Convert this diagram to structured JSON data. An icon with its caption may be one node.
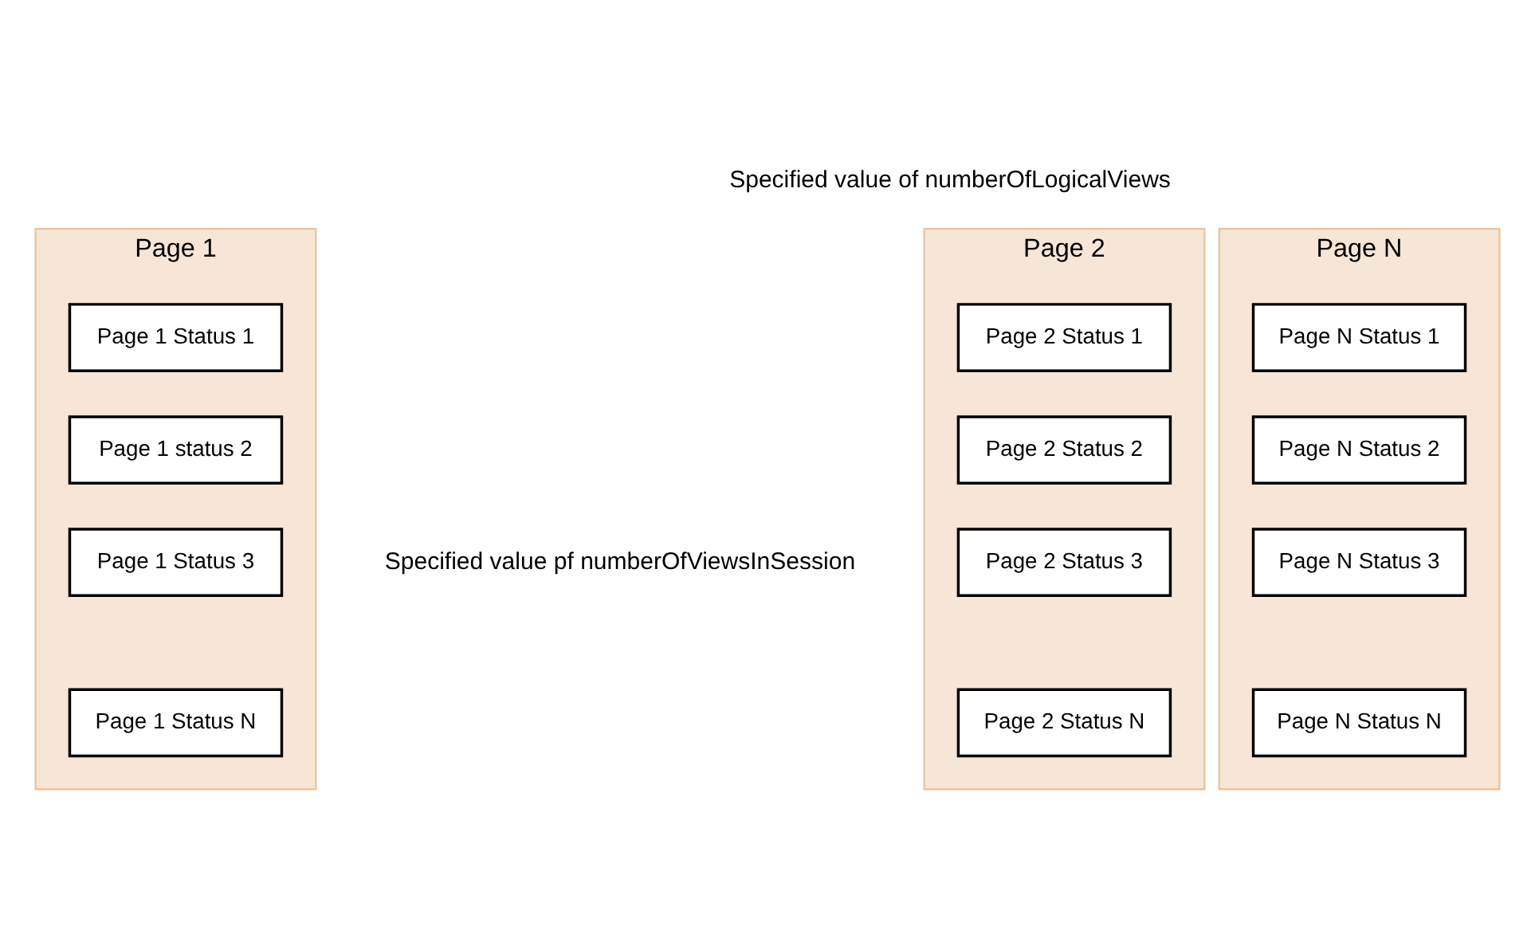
{
  "diagram": {
    "nodes": [
      {
        "text": [
          "Page 1"
        ]
      },
      {
        "text": [
          "Page 1 Status 1"
        ],
        "in": 0
      },
      {
        "text": [
          "Page 1 status 2"
        ],
        "in": 0
      },
      {
        "text": [
          "Page 1 Status 3"
        ],
        "in": 0
      },
      {
        "text": [
          "Page 1 Status N"
        ],
        "in": 0
      },
      {
        "text": [
          "Page 2"
        ]
      },
      {
        "text": [
          "Page 2 Status 1"
        ],
        "in": 5
      },
      {
        "text": [
          "Page 2 Status 2"
        ],
        "in": 5
      },
      {
        "text": [
          "Page 2 Status 3"
        ],
        "in": 5
      },
      {
        "text": [
          "Page 2 Status N"
        ],
        "in": 5
      },
      {
        "text": [
          "Page N"
        ]
      },
      {
        "text": [
          "Page N Status 1"
        ],
        "in": 10
      },
      {
        "text": [
          "Page N Status 2"
        ],
        "in": 10
      },
      {
        "text": [
          "Page N Status 3"
        ],
        "in": 10
      },
      {
        "text": [
          "Page N Status N"
        ],
        "in": 10
      }
    ],
    "edges": [],
    "labels": [
      "Specified value of numberOfLogicalViews",
      "Specified value pf numberOfViewsInSession"
    ]
  }
}
